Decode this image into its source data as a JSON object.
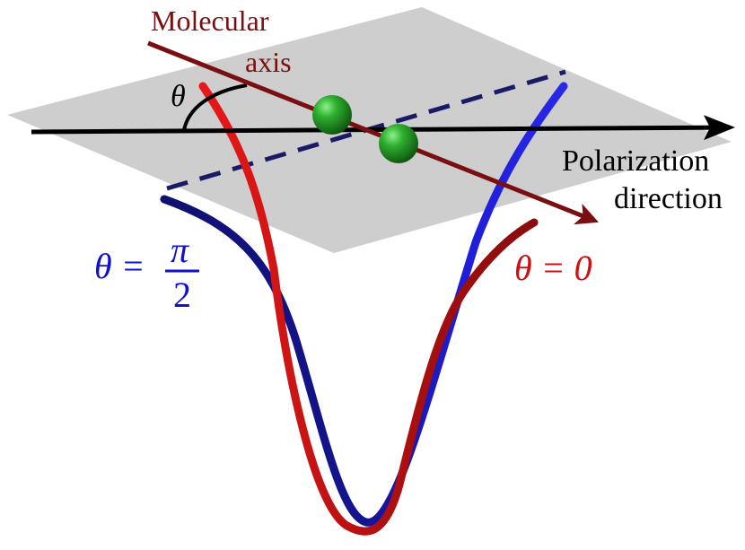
{
  "labels": {
    "molecular_axis_line1": "Molecular",
    "molecular_axis_line2": "axis",
    "angle": "θ",
    "polarization_line1": "Polarization",
    "polarization_line2": "direction",
    "theta_pi_2_lhs": "θ =",
    "theta_pi_2_num": "π",
    "theta_pi_2_den": "2",
    "theta_0": "θ = 0"
  },
  "colors": {
    "plane": "#c9c9c9",
    "molecular_axis": "#7a0f12",
    "molecule_atom": "#1f9a1f",
    "dashed_line": "#1a1a66",
    "polarization_arrow": "#000000",
    "curve_theta_pi_2": "#1a1aa0",
    "curve_theta_0": "#c0161a",
    "label_theta_pi_2": "#1010d0",
    "label_theta_0": "#d01010"
  }
}
